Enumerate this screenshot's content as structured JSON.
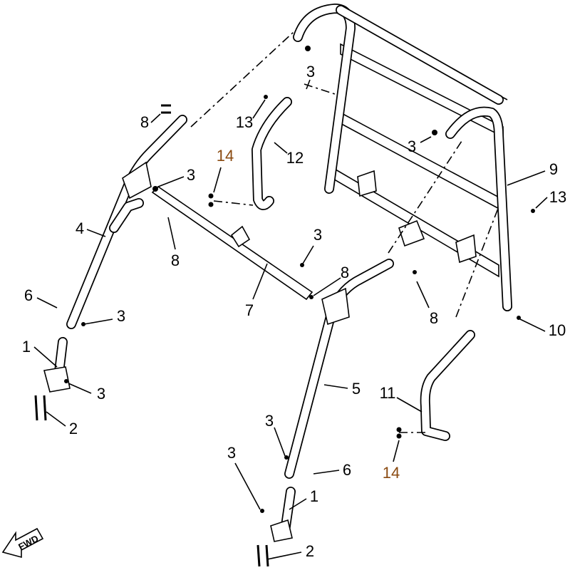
{
  "diagram": {
    "fwd_label": "FWD",
    "callouts": [
      {
        "id": "c1",
        "text": "3"
      },
      {
        "id": "c2",
        "text": "13"
      },
      {
        "id": "c3",
        "text": "12"
      },
      {
        "id": "c4",
        "text": "8"
      },
      {
        "id": "c5",
        "text": "14"
      },
      {
        "id": "c6",
        "text": "3"
      },
      {
        "id": "c7",
        "text": "3"
      },
      {
        "id": "c8",
        "text": "9"
      },
      {
        "id": "c9",
        "text": "13"
      },
      {
        "id": "c10",
        "text": "4"
      },
      {
        "id": "c11",
        "text": "8"
      },
      {
        "id": "c12",
        "text": "3"
      },
      {
        "id": "c13",
        "text": "7"
      },
      {
        "id": "c14",
        "text": "8"
      },
      {
        "id": "c15",
        "text": "6"
      },
      {
        "id": "c16",
        "text": "3"
      },
      {
        "id": "c17",
        "text": "8"
      },
      {
        "id": "c18",
        "text": "10"
      },
      {
        "id": "c19",
        "text": "1"
      },
      {
        "id": "c20",
        "text": "3"
      },
      {
        "id": "c21",
        "text": "2"
      },
      {
        "id": "c22",
        "text": "5"
      },
      {
        "id": "c23",
        "text": "11"
      },
      {
        "id": "c24",
        "text": "3"
      },
      {
        "id": "c25",
        "text": "3"
      },
      {
        "id": "c26",
        "text": "6"
      },
      {
        "id": "c27",
        "text": "14"
      },
      {
        "id": "c28",
        "text": "1"
      },
      {
        "id": "c29",
        "text": "2"
      }
    ],
    "colors": {
      "line": "#000000",
      "highlight_label": "#8a4a10"
    }
  }
}
